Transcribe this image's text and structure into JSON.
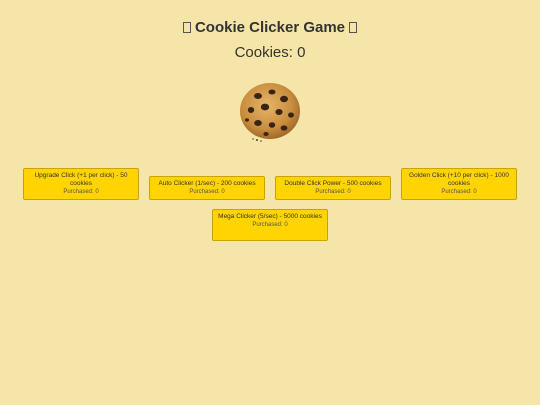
{
  "header": {
    "title": "Cookie Clicker Game",
    "title_icon_left": "missing-glyph-box",
    "title_icon_right": "missing-glyph-box",
    "counter": "Cookies: 0"
  },
  "cookie": {
    "icon": "cookie-image"
  },
  "shop": {
    "items": [
      {
        "label": "Upgrade Click (+1 per click) - 50 cookies",
        "purchased": "Purchased: 0"
      },
      {
        "label": "Auto Clicker (1/sec) - 200 cookies",
        "purchased": "Purchased: 0"
      },
      {
        "label": "Double Click Power - 500 cookies",
        "purchased": "Purchased: 0"
      },
      {
        "label": "Golden Click (+10 per click) - 1000 cookies",
        "purchased": "Purchased: 0"
      },
      {
        "label": "Mega Clicker (5/sec) - 5000 cookies",
        "purchased": "Purchased: 0"
      }
    ]
  },
  "colors": {
    "background": "#f5e5a8",
    "button": "#ffd400",
    "button_border": "#c9a300"
  }
}
